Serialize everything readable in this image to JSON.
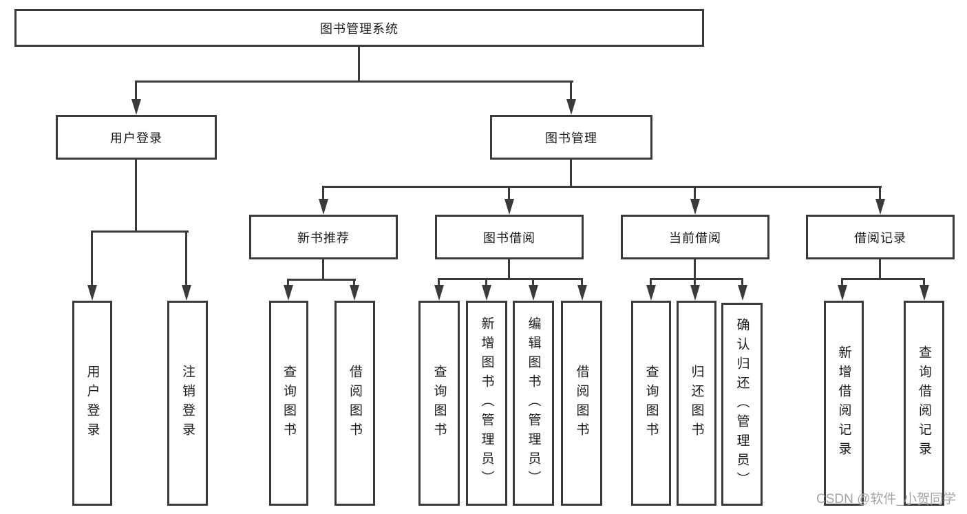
{
  "tree": {
    "root": {
      "label": "图书管理系统"
    },
    "level2": [
      {
        "label": "用户登录"
      },
      {
        "label": "图书管理"
      }
    ],
    "level3": [
      {
        "label": "新书推荐",
        "parent": "图书管理"
      },
      {
        "label": "图书借阅",
        "parent": "图书管理"
      },
      {
        "label": "当前借阅",
        "parent": "图书管理"
      },
      {
        "label": "借阅记录",
        "parent": "图书管理"
      }
    ],
    "leaves": [
      {
        "label": "用户登录",
        "parent": "用户登录"
      },
      {
        "label": "注销登录",
        "parent": "用户登录"
      },
      {
        "label": "查询图书",
        "parent": "新书推荐"
      },
      {
        "label": "借阅图书",
        "parent": "新书推荐"
      },
      {
        "label": "查询图书",
        "parent": "图书借阅"
      },
      {
        "label": "新增图书（管理员）",
        "parent": "图书借阅"
      },
      {
        "label": "编辑图书（管理员）",
        "parent": "图书借阅"
      },
      {
        "label": "借阅图书",
        "parent": "图书借阅"
      },
      {
        "label": "查询图书",
        "parent": "当前借阅"
      },
      {
        "label": "归还图书",
        "parent": "当前借阅"
      },
      {
        "label": "确认归还（管理员）",
        "parent": "当前借阅"
      },
      {
        "label": "新增借阅记录",
        "parent": "借阅记录"
      },
      {
        "label": "查询借阅记录",
        "parent": "借阅记录"
      }
    ]
  },
  "watermark": "CSDN @软件_小贺同学",
  "colors": {
    "line": "#3a3a3a",
    "text": "#1c1c1c",
    "background": "#ffffff",
    "watermark": "#919191"
  }
}
